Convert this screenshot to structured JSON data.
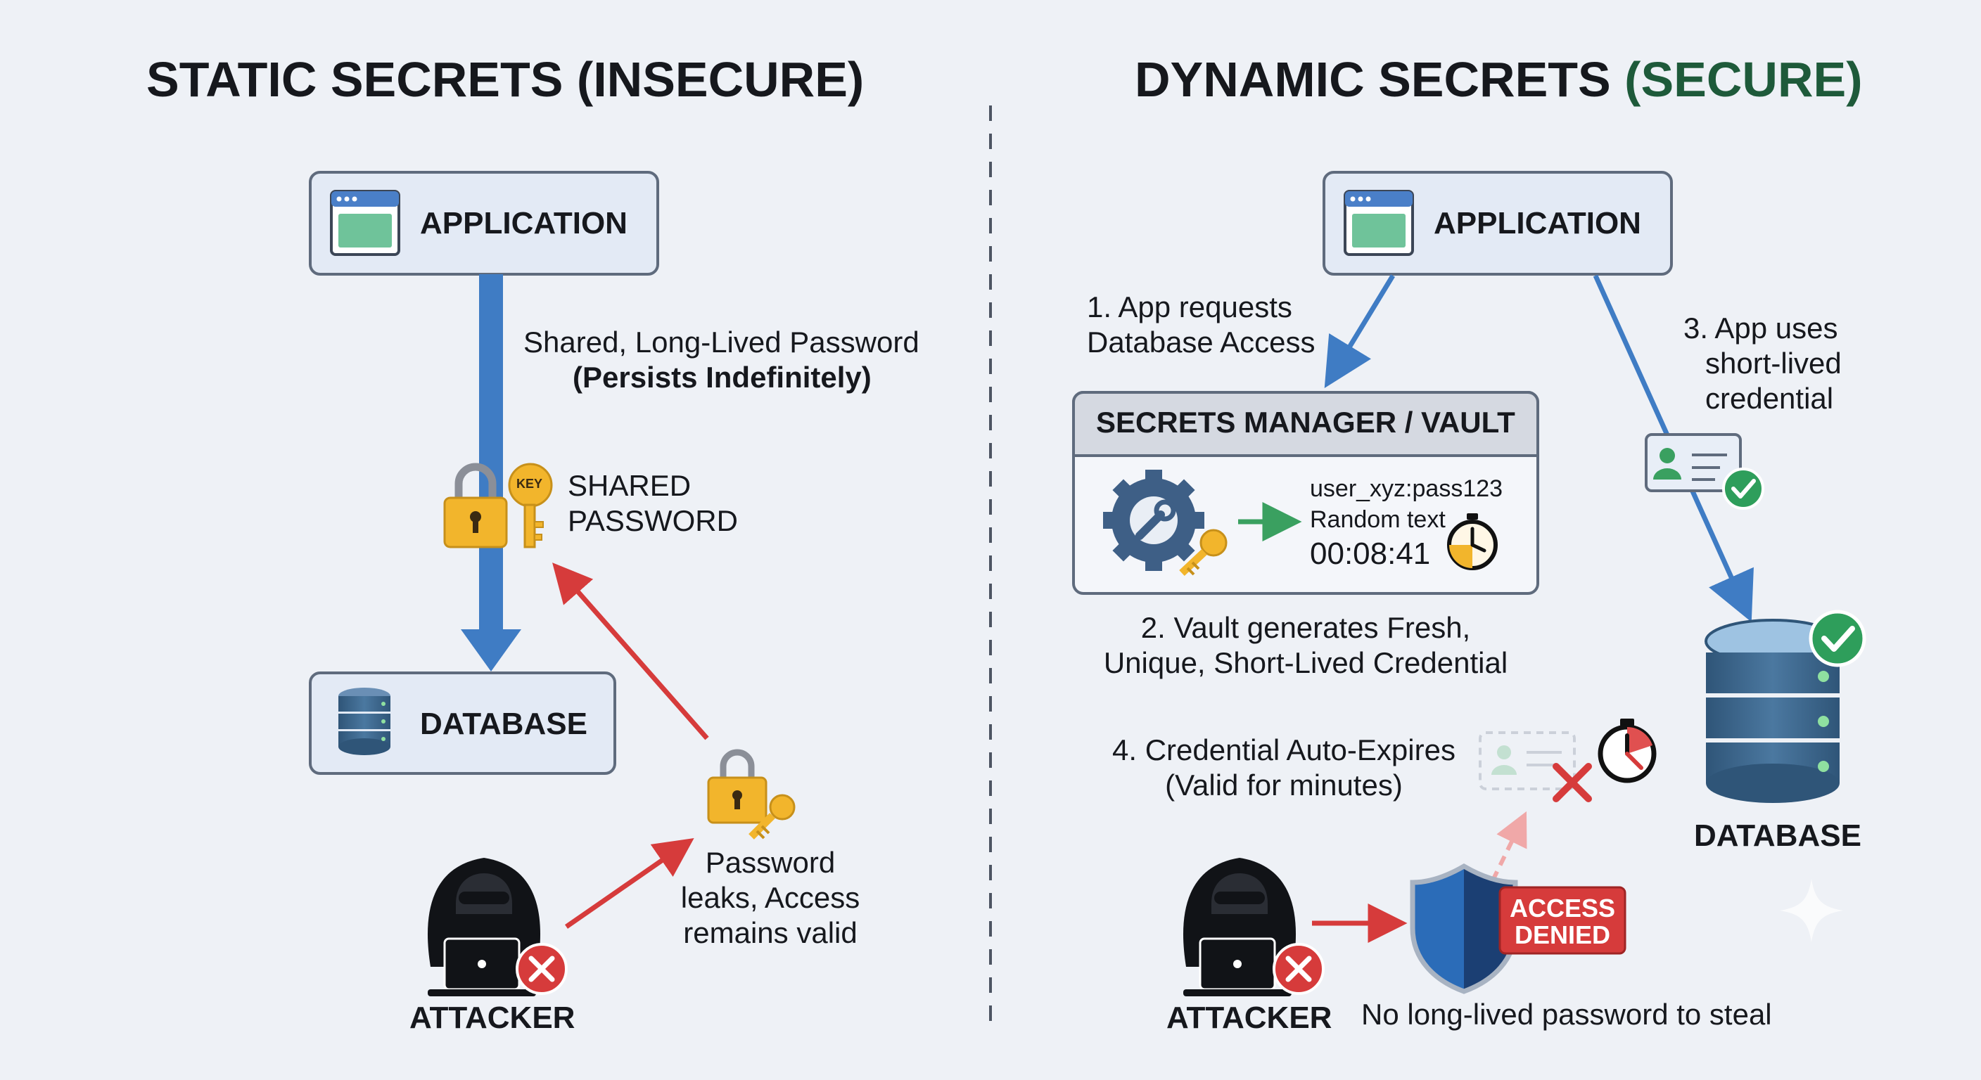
{
  "left": {
    "title": "STATIC SECRETS (INSECURE)",
    "application_label": "APPLICATION",
    "database_label": "DATABASE",
    "arrow_caption_line1": "Shared, Long-Lived Password",
    "arrow_caption_line2": "(Persists Indefinitely)",
    "lock_key_text": "KEY",
    "shared_label_line1": "SHARED",
    "shared_label_line2": "PASSWORD",
    "leak_line1": "Password",
    "leak_line2": "leaks, Access",
    "leak_line3": "remains valid",
    "attacker_label": "ATTACKER"
  },
  "right": {
    "title_part1": "DYNAMIC SECRETS ",
    "title_part2": "(SECURE)",
    "application_label": "APPLICATION",
    "step1_line1": "1. App requests",
    "step1_line2": "Database Access",
    "vault_title": "SECRETS MANAGER / VAULT",
    "cred_user": "user_xyz:pass123",
    "cred_random": "Random text",
    "cred_timer": "00:08:41",
    "step2_line1": "2. Vault generates Fresh,",
    "step2_line2": "Unique, Short-Lived Credential",
    "step3_line1": "3. App uses",
    "step3_line2": "short-lived",
    "step3_line3": "credential",
    "step4_line1": "4. Credential Auto-Expires",
    "step4_line2": "(Valid for minutes)",
    "database_label": "DATABASE",
    "denied_line1": "ACCESS",
    "denied_line2": "DENIED",
    "attacker_label": "ATTACKER",
    "no_password_text": "No long-lived password to steal"
  },
  "colors": {
    "background": "#eef1f6",
    "box_fill": "#e3eaf5",
    "box_stroke": "#5f6b7d",
    "flow_blue": "#3f7cc4",
    "threat_red": "#d63b3b",
    "success_green": "#2e9e5b",
    "lock_gold": "#f2b52c",
    "secure_green_text": "#1e5a3a"
  }
}
